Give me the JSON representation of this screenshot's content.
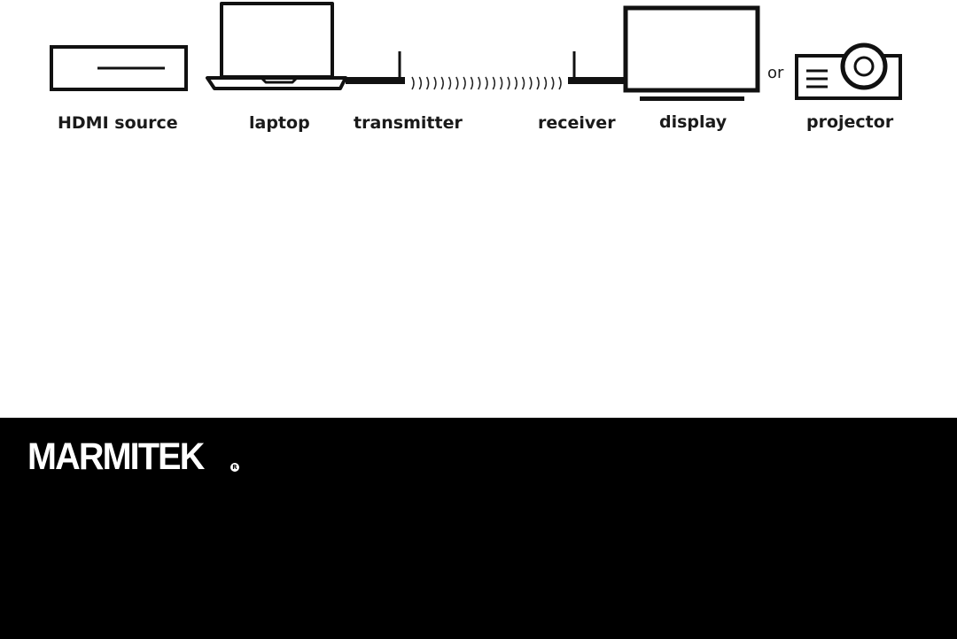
{
  "labels": {
    "hdmi_source": "HDMI source",
    "laptop": "laptop",
    "transmitter": "transmitter",
    "receiver": "receiver",
    "display": "display",
    "or": "or",
    "projector": "projector"
  },
  "icons": {
    "hdmi_source": "hdmi-source-box-icon",
    "laptop": "laptop-icon",
    "transmitter": "transmitter-icon",
    "wireless": "wireless-signal-icon",
    "receiver": "receiver-icon",
    "display": "display-icon",
    "projector": "projector-icon"
  },
  "footer": {
    "brand": "MARMITEK",
    "registered_mark": "R"
  },
  "colors": {
    "line": "#111111",
    "footer_bg": "#000000",
    "brand_text": "#ffffff"
  }
}
